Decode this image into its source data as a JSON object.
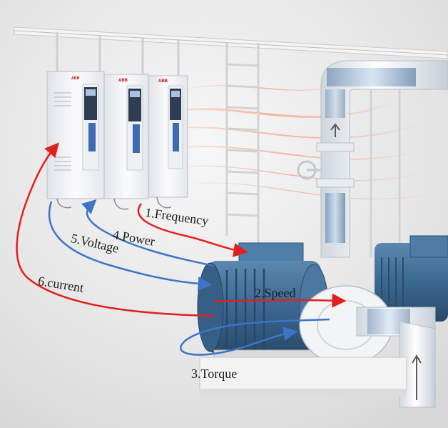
{
  "drive": {
    "brand": "ABB",
    "unit_count": 3
  },
  "signals": [
    {
      "id": "frequency",
      "label": "1.Frequency",
      "color": "#e21f1f"
    },
    {
      "id": "speed",
      "label": "2.Speed",
      "color": "#e21f1f"
    },
    {
      "id": "torque",
      "label": "3.Torque",
      "color": "#3f74c6"
    },
    {
      "id": "power",
      "label": "4.Power",
      "color": "#3f74c6"
    },
    {
      "id": "voltage",
      "label": "5.Voltage",
      "color": "#3f74c6"
    },
    {
      "id": "current",
      "label": "6.current",
      "color": "#e21f1f"
    }
  ],
  "colors": {
    "background": "#e9e9e9",
    "motor_blue": "#3d6b93",
    "pipe_white": "#f2f4f6",
    "signal_red": "#e21f1f",
    "signal_blue": "#3f74c6"
  },
  "icons": [
    "rail-icon",
    "drive-cabinet-icon",
    "motor-icon",
    "pump-icon",
    "pipe-icon",
    "valve-icon",
    "arrow-up-icon"
  ]
}
